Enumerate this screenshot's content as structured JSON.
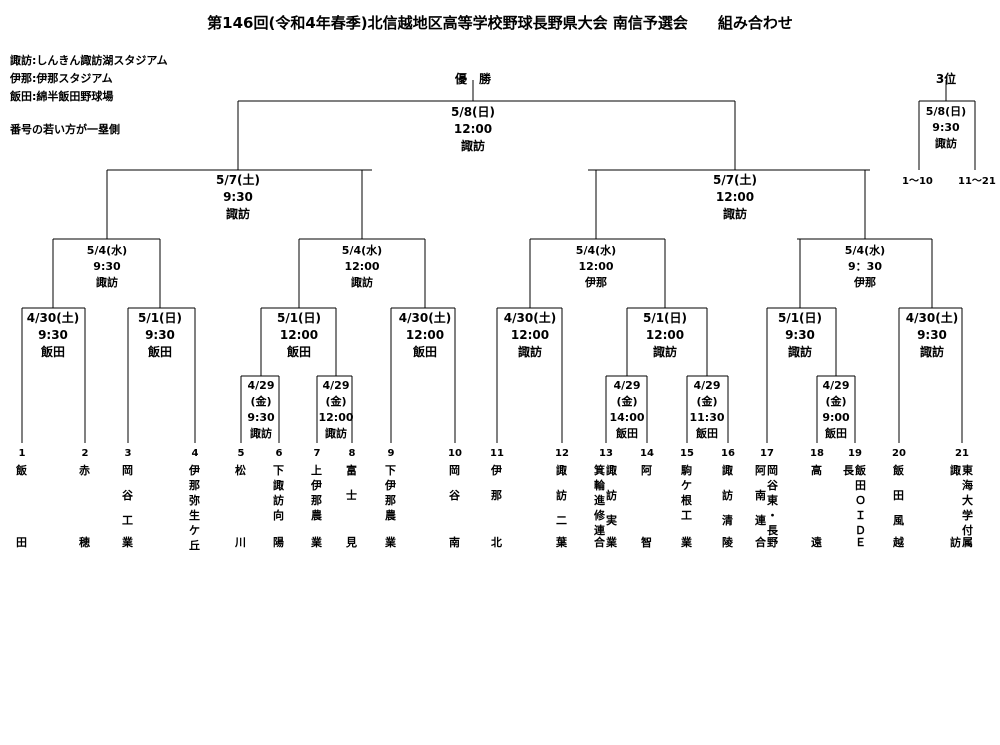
{
  "title": "第146回(令和4年春季)北信越地区高等学校野球長野県大会 南信予選会　　組み合わせ",
  "venues": [
    "諏訪:しんきん諏訪湖スタジアム",
    "伊那:伊那スタジアム",
    "飯田:綿半飯田野球場"
  ],
  "note": "番号の若い方が一塁側",
  "final": {
    "label": "優　勝",
    "date": "5/8(日)",
    "time": "12:00",
    "venue": "諏訪"
  },
  "third_place": {
    "label": "3位",
    "date": "5/8(日)",
    "time": "9:30",
    "venue": "諏訪",
    "left": "1～10",
    "right": "11～21"
  },
  "semifinals": [
    {
      "date": "5/7(土)",
      "time": "9:30",
      "venue": "諏訪"
    },
    {
      "date": "5/7(土)",
      "time": "12:00",
      "venue": "諏訪"
    }
  ],
  "quarterfinals": [
    {
      "date": "5/4(水)",
      "time": "9:30",
      "venue": "諏訪"
    },
    {
      "date": "5/4(水)",
      "time": "12:00",
      "venue": "諏訪"
    },
    {
      "date": "5/4(水)",
      "time": "12:00",
      "venue": "伊那"
    },
    {
      "date": "5/4(水)",
      "time": "9：30",
      "venue": "伊那"
    }
  ],
  "round2": [
    {
      "date": "4/30(土)",
      "time": "9:30",
      "venue": "飯田"
    },
    {
      "date": "5/1(日)",
      "time": "9:30",
      "venue": "飯田"
    },
    {
      "date": "5/1(日)",
      "time": "12:00",
      "venue": "飯田"
    },
    {
      "date": "4/30(土)",
      "time": "12:00",
      "venue": "飯田"
    },
    {
      "date": "4/30(土)",
      "time": "12:00",
      "venue": "諏訪"
    },
    {
      "date": "5/1(日)",
      "time": "12:00",
      "venue": "諏訪"
    },
    {
      "date": "5/1(日)",
      "time": "9:30",
      "venue": "諏訪"
    },
    {
      "date": "4/30(土)",
      "time": "9:30",
      "venue": "諏訪"
    }
  ],
  "round1": [
    {
      "date": "4/29",
      "day": "(金)",
      "time": "9:30",
      "venue": "諏訪"
    },
    {
      "date": "4/29",
      "day": "(金)",
      "time": "12:00",
      "venue": "諏訪"
    },
    {
      "date": "4/29",
      "day": "(金)",
      "time": "14:00",
      "venue": "飯田"
    },
    {
      "date": "4/29",
      "day": "(金)",
      "time": "11:30",
      "venue": "飯田"
    },
    {
      "date": "4/29",
      "day": "(金)",
      "time": "9:00",
      "venue": "飯田"
    }
  ],
  "teams": [
    {
      "num": "1",
      "cols": [
        {
          "top": "飯",
          "bottom": "田"
        }
      ]
    },
    {
      "num": "2",
      "cols": [
        {
          "top": "赤",
          "bottom": "穂"
        }
      ]
    },
    {
      "num": "3",
      "cols": [
        {
          "top": "岡谷工",
          "bottom": "業"
        }
      ]
    },
    {
      "num": "4",
      "cols": [
        {
          "top": "伊那弥生ケ丘",
          "bottom": ""
        }
      ]
    },
    {
      "num": "5",
      "cols": [
        {
          "top": "松",
          "bottom": "川"
        }
      ]
    },
    {
      "num": "6",
      "cols": [
        {
          "top": "下諏訪向",
          "bottom": "陽"
        }
      ]
    },
    {
      "num": "7",
      "cols": [
        {
          "top": "上伊那農",
          "bottom": "業"
        }
      ]
    },
    {
      "num": "8",
      "cols": [
        {
          "top": "富士",
          "bottom": "見"
        }
      ]
    },
    {
      "num": "9",
      "cols": [
        {
          "top": "下伊那農",
          "bottom": "業"
        }
      ]
    },
    {
      "num": "10",
      "cols": [
        {
          "top": "岡谷",
          "bottom": "南"
        }
      ]
    },
    {
      "num": "11",
      "cols": [
        {
          "top": "伊那",
          "bottom": "北"
        }
      ]
    },
    {
      "num": "12",
      "cols": [
        {
          "top": "諏訪二",
          "bottom": "葉"
        }
      ]
    },
    {
      "num": "13",
      "cols": [
        {
          "top": "箕輪進修連",
          "bottom": "合"
        },
        {
          "top": "諏訪実",
          "bottom": "業"
        }
      ]
    },
    {
      "num": "14",
      "cols": [
        {
          "top": "阿",
          "bottom": "智"
        }
      ]
    },
    {
      "num": "15",
      "cols": [
        {
          "top": "駒ケ根工",
          "bottom": "業"
        }
      ]
    },
    {
      "num": "16",
      "cols": [
        {
          "top": "諏訪清",
          "bottom": "陵"
        }
      ]
    },
    {
      "num": "17",
      "cols": [
        {
          "top": "阿南連",
          "bottom": "合"
        },
        {
          "top": "岡谷東・長",
          "bottom": "野"
        }
      ]
    },
    {
      "num": "18",
      "cols": [
        {
          "top": "高",
          "bottom": "遠"
        }
      ]
    },
    {
      "num": "19",
      "cols": [
        {
          "top": "長",
          "bottom": ""
        },
        {
          "top": "飯田ＯＩＤ",
          "bottom": "Ｅ"
        }
      ]
    },
    {
      "num": "20",
      "cols": [
        {
          "top": "飯田風",
          "bottom": "越"
        }
      ]
    },
    {
      "num": "21",
      "cols": [
        {
          "top": "諏",
          "bottom": "訪"
        },
        {
          "top": "東海大学付",
          "bottom": "属"
        }
      ]
    }
  ]
}
